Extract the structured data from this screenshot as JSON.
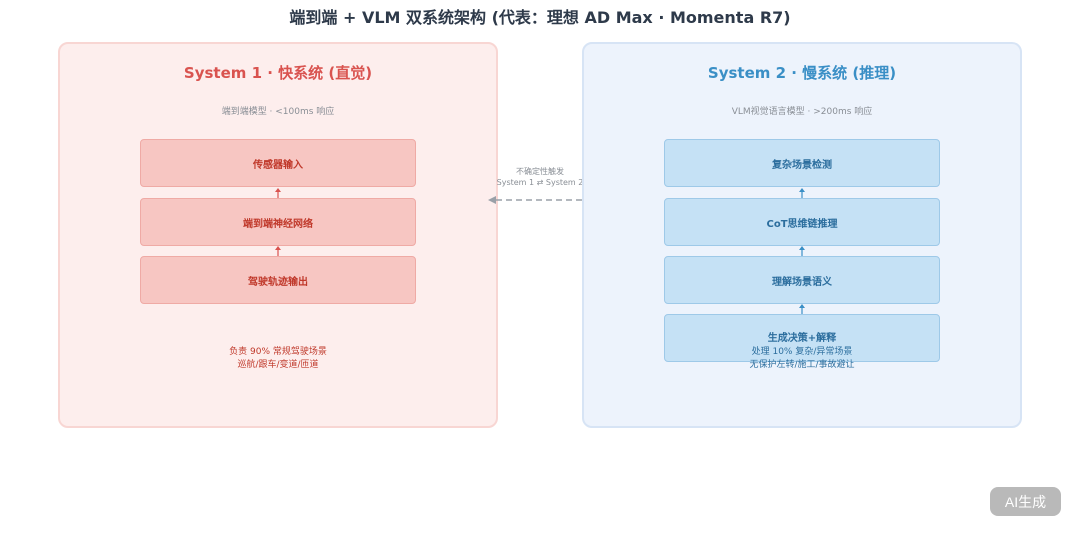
{
  "title": "端到端 + VLM 双系统架构 (代表：理想 AD Max · Momenta R7)",
  "system1": {
    "title": "System 1 · 快系统 (直觉)",
    "subtitle": "端到端模型 · <100ms 响应",
    "steps": [
      "传感器输入",
      "端到端神经网络",
      "驾驶轨迹输出"
    ],
    "note_lines": [
      "负责 90% 常规驾驶场景",
      "巡航/跟车/变道/匝道"
    ],
    "color": "#d9534f"
  },
  "system2": {
    "title": "System 2 · 慢系统 (推理)",
    "subtitle": "VLM视觉语言模型 · >200ms 响应",
    "steps": [
      "复杂场景检测",
      "CoT思维链推理",
      "理解场景语义",
      "生成决策+解释"
    ],
    "note_lines": [
      "处理 10% 复杂/异常场景",
      "无保护左转/施工/事故避让"
    ],
    "color": "#3a8fc6"
  },
  "connector": {
    "lines": [
      "不确定性触发",
      "System 1 ⇄ System 2"
    ]
  },
  "badge": "AI生成"
}
